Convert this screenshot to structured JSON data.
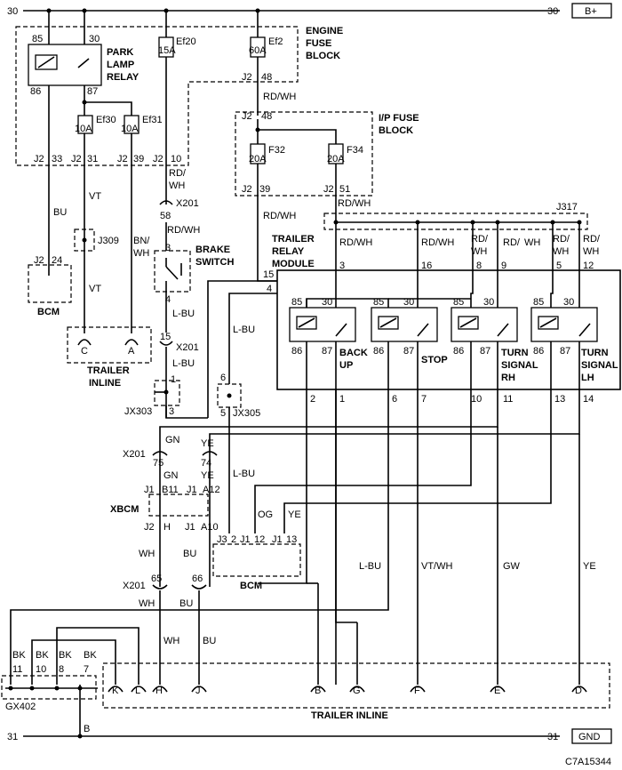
{
  "rails": {
    "top_left": "30",
    "top_right": "30",
    "top_badge": "B+",
    "bottom_left": "31",
    "bottom_right": "31",
    "bottom_badge": "GND",
    "bottom_wire": "B"
  },
  "park_relay": {
    "title1": "PARK",
    "title2": "LAMP",
    "title3": "RELAY",
    "p85": "85",
    "p30": "30",
    "p86": "86",
    "p87": "87"
  },
  "engine_fuse_block": {
    "title1": "ENGINE",
    "title2": "FUSE",
    "title3": "BLOCK",
    "ef20": "Ef20",
    "ef20_a": "15A",
    "ef2": "Ef2",
    "ef2_a": "60A",
    "ef30": "Ef30",
    "ef30_a": "10A",
    "ef31": "Ef31",
    "ef31_a": "10A",
    "j2_48": "J2",
    "n48": "48",
    "j2a": "J2",
    "p33": "33",
    "j2b": "J2",
    "p31": "31",
    "j2c": "J2",
    "p39": "39",
    "j2d": "J2",
    "p10": "10"
  },
  "ip_fuse_block": {
    "title1": "I/P FUSE",
    "title2": "BLOCK",
    "j2": "J2",
    "n48": "48",
    "f32": "F32",
    "f32_a": "20A",
    "f34": "F34",
    "f34_a": "20A",
    "j2a": "J2",
    "p39": "39",
    "j2b": "J2",
    "p51": "51"
  },
  "wires": {
    "rdwh1": "RD/WH",
    "rdwh2": "RD/WH",
    "rdwh_rd": "RD/",
    "rdwh_wh": "WH",
    "rdwh_brake": "RD/WH",
    "rdwh_a": "RD/WH",
    "rdwh_b": "RD/WH",
    "rdwh_c": "RD/WH",
    "rd1": "RD/",
    "wh1": "WH",
    "rd2": "RD/",
    "wh2": "WH",
    "rd3": "RD/",
    "wh3": "WH",
    "rd4": "RD/",
    "wh4": "WH",
    "bu": "BU",
    "vt": "VT",
    "vt2": "VT",
    "bnwh1": "BN/",
    "bnwh2": "WH",
    "lbu1": "L-BU",
    "lbu2": "L-BU",
    "lbu3": "L-BU",
    "lbu4": "L-BU",
    "lbu5": "L-BU",
    "gn": "GN",
    "ye": "YE",
    "gn2": "GN",
    "ye2": "YE",
    "og": "OG",
    "ye3": "YE",
    "wh": "WH",
    "bu2": "BU",
    "wh_b": "WH",
    "bu_b": "BU",
    "wh_c": "WH",
    "bu_c": "BU",
    "vtwh": "VT/WH",
    "gw": "GW",
    "ye4": "YE",
    "bk11": "BK",
    "bk10": "BK",
    "bk8": "BK",
    "bk7": "BK",
    "n11": "11",
    "n10": "10",
    "n8": "8",
    "n7": "7"
  },
  "connectors": {
    "x201_58": "X201",
    "n58": "58",
    "x201_15": "X201",
    "n15": "15",
    "j309": "J309",
    "jx303": "JX303",
    "jx305": "JX305",
    "j317": "J317",
    "x201_7574": "X201",
    "n75": "75",
    "n74": "74",
    "x201_6566": "X201",
    "n65": "65",
    "n66": "66",
    "gx402": "GX402",
    "jx303_1": "1",
    "jx303_3": "3",
    "jx305_6": "6",
    "jx305_5": "5"
  },
  "brake_switch": {
    "title1": "BRAKE",
    "title2": "SWITCH",
    "p3": "3",
    "p4": "4"
  },
  "bcm_upper": {
    "title": "BCM",
    "j2": "J2",
    "p24": "24"
  },
  "trailer_inline_upper": {
    "title1": "TRAILER",
    "title2": "INLINE",
    "c": "C",
    "a": "A"
  },
  "trailer_relay_module": {
    "title1": "TRAILER",
    "title2": "RELAY",
    "title3": "MODULE",
    "pins_top": [
      "15",
      "4",
      "3",
      "16",
      "8",
      "9",
      "5",
      "12"
    ],
    "pins_bottom": [
      "2",
      "1",
      "6",
      "7",
      "10",
      "11",
      "13",
      "14"
    ],
    "relays": [
      {
        "p85": "85",
        "p30": "30",
        "p86": "86",
        "p87": "87",
        "label1": "BACK",
        "label2": "UP"
      },
      {
        "p85": "85",
        "p30": "30",
        "p86": "86",
        "p87": "87",
        "label1": "STOP",
        "label2": ""
      },
      {
        "p85": "85",
        "p30": "30",
        "p86": "86",
        "p87": "87",
        "label1": "TURN",
        "label2": "SIGNAL",
        "label3": "RH"
      },
      {
        "p85": "85",
        "p30": "30",
        "p86": "86",
        "p87": "87",
        "label1": "TURN",
        "label2": "SIGNAL",
        "label3": "LH"
      }
    ]
  },
  "xbcm": {
    "title": "XBCM",
    "j1a": "J1",
    "b11": "B11",
    "j1b": "J1",
    "a12": "A12",
    "j2": "J2",
    "h": "H",
    "j1c": "J1",
    "a10": "A10"
  },
  "bcm_lower": {
    "title": "BCM",
    "j3": "J3",
    "p2": "2",
    "j1": "J1",
    "p12": "12",
    "j1b": "J1",
    "p13": "13"
  },
  "trailer_inline_lower": {
    "title": "TRAILER INLINE",
    "pins": [
      "K",
      "L",
      "H",
      "J",
      "B",
      "G",
      "F",
      "E",
      "D"
    ]
  },
  "figure_code": "C7A15344"
}
